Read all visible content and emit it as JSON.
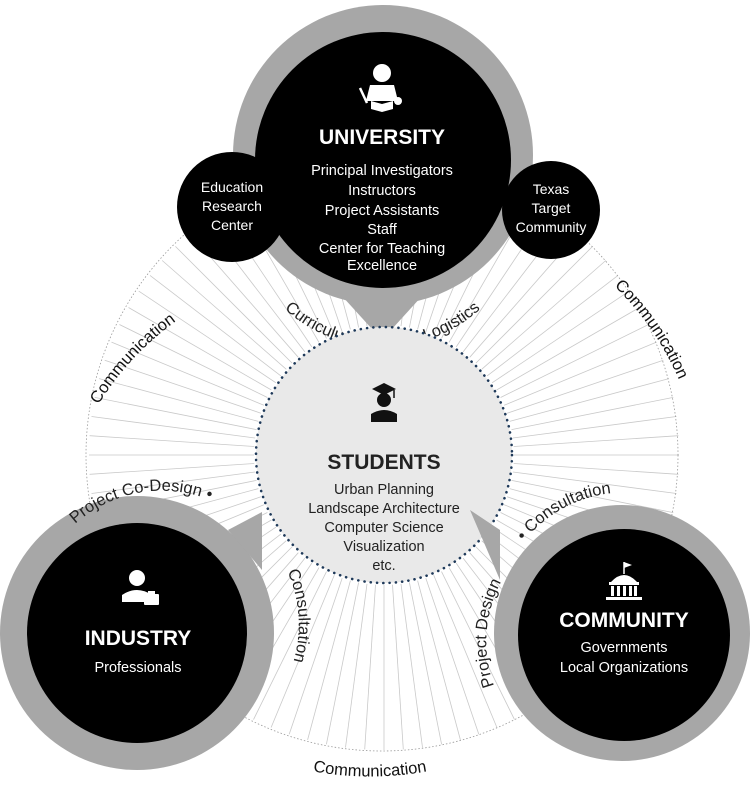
{
  "colors": {
    "black": "#000000",
    "gray": "#a7a7a7",
    "center_fill": "#e9e9e9",
    "outline": "#777777",
    "dots": "#1f3a5a"
  },
  "university": {
    "icon": "teacher-icon",
    "title": "UNIVERSITY",
    "lines": [
      "Principal Investigators",
      "Instructors",
      "Project Assistants",
      "Staff",
      "Center for Teaching",
      "Excellence"
    ],
    "arc_text": "Curriculum Design • Logistics"
  },
  "satellites": {
    "education": [
      "Education",
      "Research",
      "Center"
    ],
    "texas": [
      "Texas",
      "Target",
      "Community"
    ]
  },
  "students": {
    "icon": "graduate-icon",
    "title": "STUDENTS",
    "lines": [
      "Urban Planning",
      "Landscape Architecture",
      "Computer Science",
      "Visualization",
      "etc."
    ]
  },
  "industry": {
    "icon": "businessperson-icon",
    "title": "INDUSTRY",
    "lines": [
      "Professionals"
    ],
    "arc_text": "Project Co-Design • Consultation"
  },
  "community": {
    "icon": "government-building-icon",
    "title": "COMMUNITY",
    "lines": [
      "Governments",
      "Local Organizations"
    ],
    "arc_text": "Project Design • Consultation"
  },
  "communication": {
    "left": "Communication",
    "right": "Communication",
    "bottom": "Communication"
  }
}
